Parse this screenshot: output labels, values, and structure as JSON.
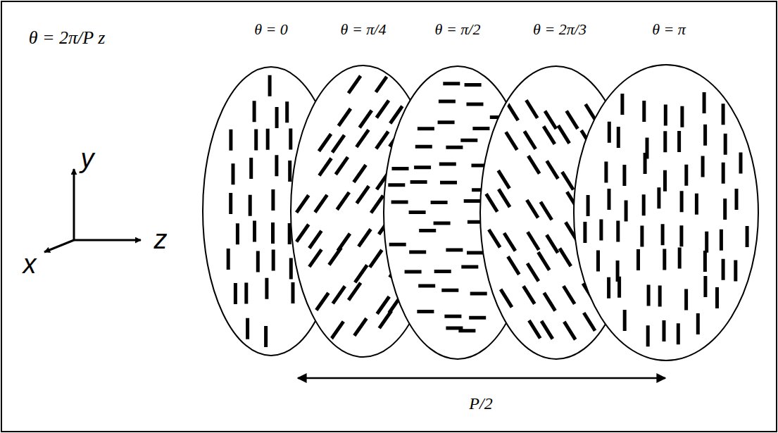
{
  "diagram": {
    "labels": [
      "θ = 2π/P z",
      "θ = 0",
      "θ = π/4",
      "θ = π/2",
      "θ = 2π/3",
      "θ = π",
      "y",
      "z",
      "x",
      "P/2"
    ]
  }
}
